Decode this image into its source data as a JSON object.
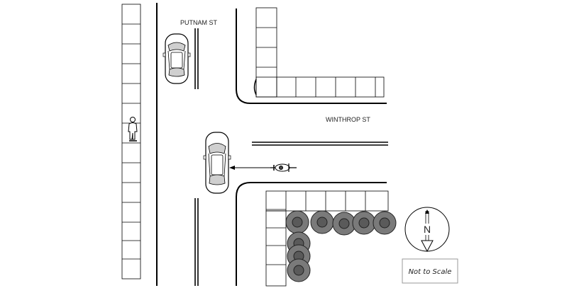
{
  "streets": {
    "north_south_name": "PUTNAM ST",
    "east_west_name": "WINTHROP ST"
  },
  "compass": {
    "direction_letter": "N"
  },
  "scale_note": {
    "text": "Not to Scale"
  },
  "figures": {
    "vehicles": [
      "parked car on Putnam St",
      "car at Winthrop St intersection"
    ],
    "cyclist": "bicycle on Winthrop St",
    "pedestrian": "pedestrian on sidewalk"
  },
  "colors": {
    "line": "#000000",
    "tree_fill": "#7a7a7a",
    "tree_center": "#5a5a5a",
    "car_body": "#ffffff",
    "car_glass": "#cfcfcf"
  }
}
